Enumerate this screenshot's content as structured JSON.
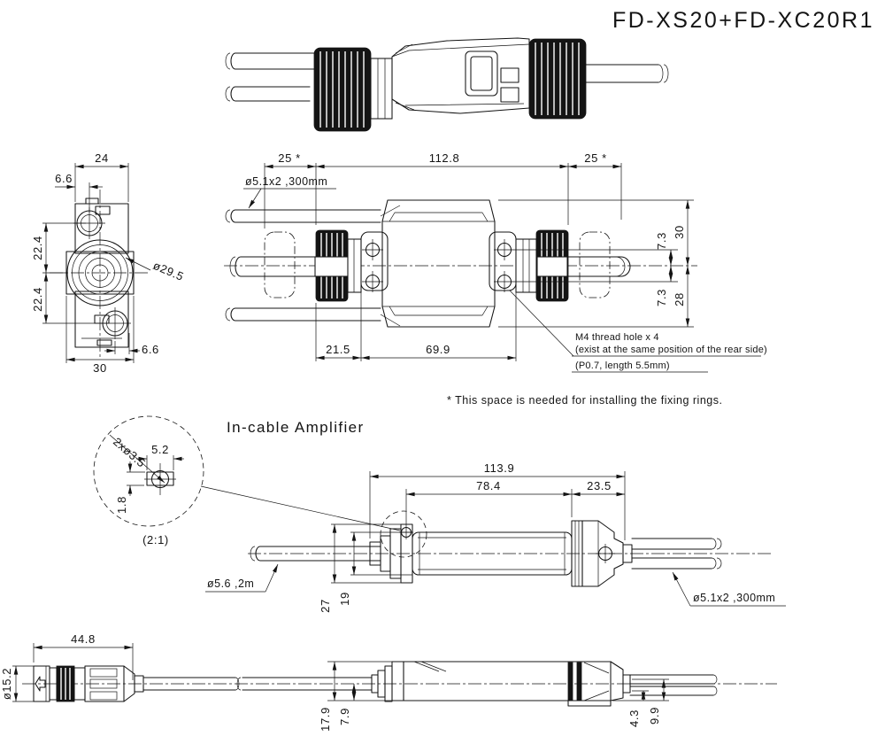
{
  "title": "FD-XS20+FD-XC20R1",
  "notes": {
    "fixing_rings": "* This space is needed for installing the fixing rings.",
    "amp_heading": "In-cable Amplifier",
    "m4_line1": "M4 thread hole x 4",
    "m4_line2": "(exist at the same position of the rear side)",
    "m4_line3": "(P0.7, length 5.5mm)"
  },
  "labels": {
    "cable_2x300_top": "ø5.1x2 ,300mm",
    "cable_2x300_amp": "ø5.1x2 ,300mm",
    "cable_main": "ø5.6 ,2m",
    "lens_dia": "ø29.5",
    "detail_hole": "2xø3.5",
    "detail_scale": "(2:1)"
  },
  "dims": {
    "head": {
      "top_width": "24",
      "top_offset": "6.6",
      "upper_h": "22.4",
      "lower_h": "22.4",
      "bottom_width": "30",
      "bottom_offset": "6.6"
    },
    "plan": {
      "space_left": "25 *",
      "length": "112.8",
      "space_right": "25 *",
      "hole_up": "7.3",
      "h_top": "30",
      "hole_dn": "7.3",
      "h_bot": "28",
      "nut": "21.5",
      "case": "69.9"
    },
    "detail": {
      "width": "5.2",
      "height": "1.8"
    },
    "amp": {
      "total": "113.9",
      "body": "78.4",
      "cap": "23.5",
      "h_conn": "27",
      "h_body": "19"
    },
    "side": {
      "conn_len": "44.8",
      "conn_dia": "ø15.2",
      "h_total": "17.9",
      "h_body": "7.9",
      "cable_low": "4.3",
      "cable_high": "9.9"
    }
  }
}
